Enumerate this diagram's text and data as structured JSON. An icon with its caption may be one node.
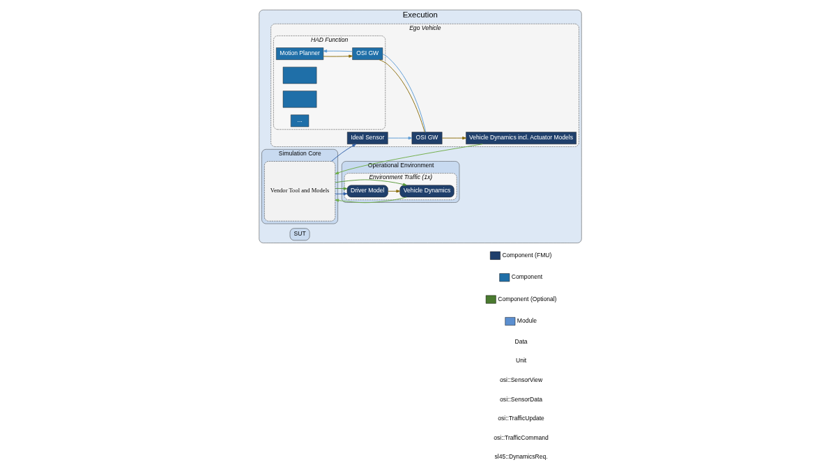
{
  "diagram": {
    "nodes": [
      {
        "text": [
          "Execution"
        ]
      },
      {
        "text": [
          "Simulation Core"
        ],
        "in": 0
      },
      {
        "text": [
          "Vendor Tool and Models"
        ],
        "in": 1
      },
      {
        "text": [
          "SUT"
        ],
        "in": 0
      },
      {
        "text": [
          "Operational Environment"
        ],
        "in": 0
      },
      {
        "text": [
          "Ego Vehicle"
        ],
        "in": 0
      },
      {
        "text": [
          "HAD Function"
        ],
        "in": 5
      },
      {
        "text": [
          "Motion Planner"
        ],
        "in": 6
      },
      {
        "text": [],
        "shape": "box",
        "in": 6
      },
      {
        "text": [],
        "shape": "box",
        "in": 6
      },
      {
        "text": [
          "..."
        ],
        "in": 6
      },
      {
        "text": [
          "OSI GW"
        ],
        "in": 6
      },
      {
        "text": [
          "OSI GW"
        ],
        "in": 5
      },
      {
        "text": [
          "Ideal Sensor"
        ],
        "in": 5
      },
      {
        "text": [
          "Vehicle Dynamics incl. Actuator Models"
        ],
        "in": 5
      },
      {
        "text": [
          "Environment Traffic (1x)"
        ],
        "in": 4
      },
      {
        "text": [
          "Driver Model"
        ],
        "in": 15
      },
      {
        "text": [
          "Vehicle Dynamics"
        ],
        "in": 15
      }
    ],
    "edges": [
      {
        "from": 2,
        "to": 13,
        "arrow": "to",
        "color": "#2e5fa8"
      },
      {
        "from": 13,
        "to": 12,
        "arrow": "to",
        "color": "#5b9bd5"
      },
      {
        "from": 12,
        "to": 11,
        "arrow": "none",
        "color": "#5b9bd5"
      },
      {
        "from": 11,
        "to": 7,
        "arrow": "to",
        "color": "#5b9bd5"
      },
      {
        "from": 7,
        "to": 11,
        "arrow": "to",
        "color": "#8a6d0b"
      },
      {
        "from": 11,
        "to": 12,
        "arrow": "none",
        "color": "#8a6d0b"
      },
      {
        "from": 12,
        "to": 14,
        "arrow": "to",
        "color": "#8a6d0b"
      },
      {
        "from": 14,
        "to": 2,
        "arrow": "to",
        "color": "#70ad47"
      },
      {
        "from": 2,
        "to": 16,
        "arrow": "to",
        "color": "#2e5fa8"
      },
      {
        "from": 2,
        "to": 16,
        "arrow": "to",
        "color": "#5a9a3a"
      },
      {
        "from": 16,
        "to": 17,
        "arrow": "to",
        "color": "#8a6d0b"
      },
      {
        "from": 2,
        "to": 17,
        "arrow": "to",
        "color": "#5a9a3a"
      },
      {
        "from": 17,
        "to": 2,
        "arrow": "to",
        "color": "#70ad47"
      }
    ],
    "legend": [
      {
        "text": "Component (FMU)",
        "color": "#1f3f6b"
      },
      {
        "text": "Component",
        "color": "#1f6fa8"
      },
      {
        "text": "Component (Optional)",
        "color": "#4a7a2f"
      },
      {
        "text": "Module",
        "color": "#5b8fd0"
      },
      {
        "text": "Data"
      },
      {
        "text": "Unit"
      },
      {
        "text": "osi::SensorView"
      },
      {
        "text": "osi::SensorData"
      },
      {
        "text": "osi::TrafficUpdate"
      },
      {
        "text": "osi::TrafficCommand"
      },
      {
        "text": "sl45::DynamicsReq."
      }
    ]
  }
}
